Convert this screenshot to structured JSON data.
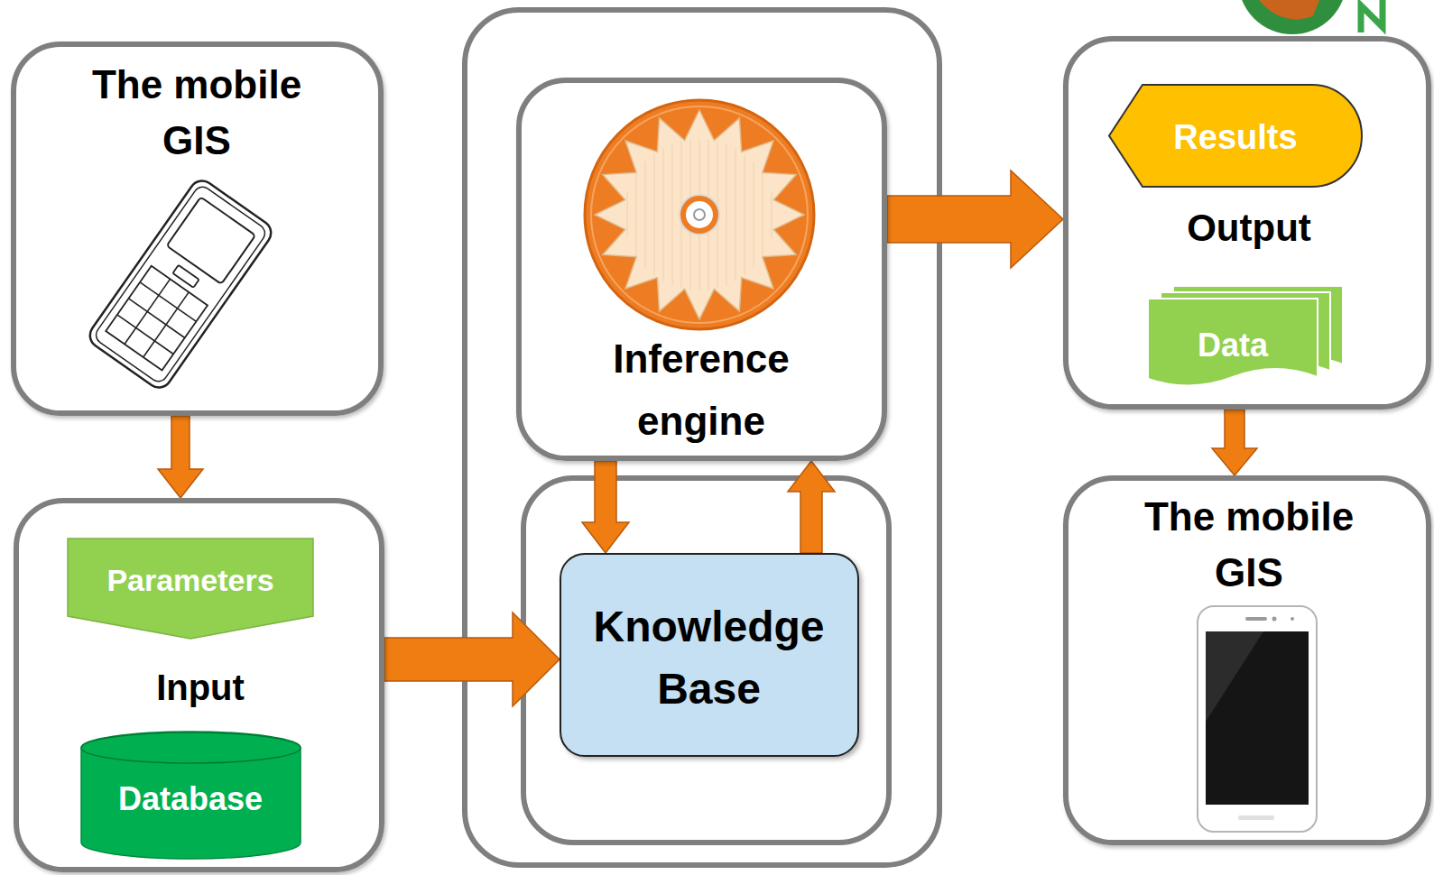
{
  "diagram": {
    "nodes": [
      {
        "text": [
          "The mobile GIS"
        ]
      },
      {
        "text": [
          "Input"
        ]
      },
      {
        "text": [
          "Parameters"
        ],
        "in": 1
      },
      {
        "text": [
          "Database"
        ],
        "in": 1
      },
      {
        "text": [
          "Inference engine"
        ]
      },
      {
        "text": [
          "Knowledge Base"
        ]
      },
      {
        "text": [
          "Output"
        ]
      },
      {
        "text": [
          "Results"
        ],
        "in": 6
      },
      {
        "text": [
          "Data"
        ],
        "in": 6
      },
      {
        "text": [
          "The mobile GIS"
        ]
      }
    ],
    "edges": [
      {
        "from": 0,
        "to": 1,
        "arrow": "to"
      },
      {
        "from": 1,
        "to": 5,
        "arrow": "to"
      },
      {
        "from": 4,
        "to": 5,
        "arrow": "to"
      },
      {
        "from": 5,
        "to": 4,
        "arrow": "to"
      },
      {
        "from": 4,
        "to": 6,
        "arrow": "to"
      },
      {
        "from": 6,
        "to": 9,
        "arrow": "to"
      }
    ]
  }
}
